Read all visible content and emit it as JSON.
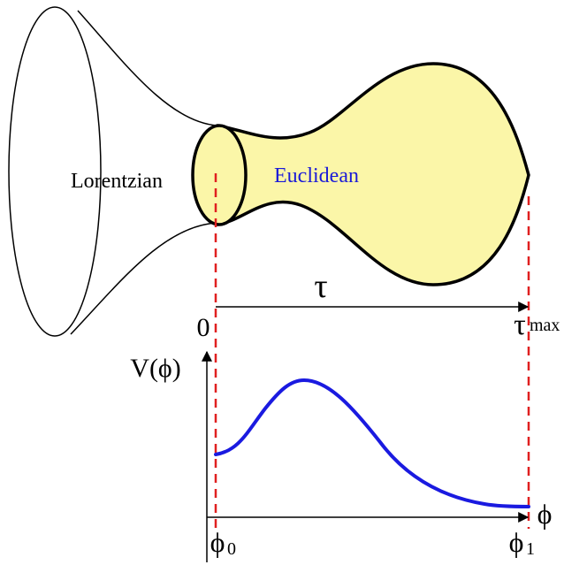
{
  "labels": {
    "lorentzian": "Lorentzian",
    "euclidean": "Euclidean",
    "tau": "τ",
    "zero": "0",
    "tau_max_symbol": "τ",
    "tau_max_sub": "max",
    "potential": "V(ϕ)",
    "phi": "ϕ",
    "phi0_symbol": "ϕ",
    "phi0_sub": "0",
    "phi1_symbol": "ϕ",
    "phi1_sub": "1"
  },
  "colors": {
    "euclidean_fill": "#fbf6a8",
    "euclidean_text": "#1a1ad8",
    "potential_curve": "#1a1ae0",
    "dashed_guides": "#e02020",
    "outline": "#000000"
  }
}
